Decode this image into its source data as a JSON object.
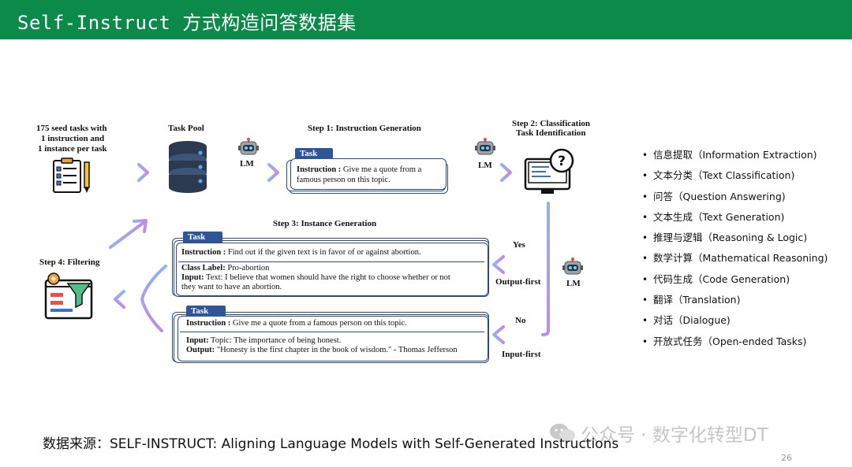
{
  "header": {
    "title": "Self-Instruct 方式构造问答数据集"
  },
  "diagram": {
    "seed_tasks": [
      "175 seed tasks with",
      "1 instruction and",
      "1 instance per task"
    ],
    "task_pool_label": "Task Pool",
    "lm_label": "LM",
    "step1_label": "Step 1: Instruction Generation",
    "step2_label": [
      "Step 2: Classification",
      "Task Identification"
    ],
    "step3_label": "Step 3: Instance Generation",
    "step4_label": "Step 4: Filtering",
    "task_tag": "Task",
    "step1_card": {
      "instruction_key": "Instruction :",
      "instruction_line1": "Give me a quote from a",
      "instruction_line2": "famous person on this topic."
    },
    "output_first_card": {
      "instruction_key": "Instruction :",
      "instruction_text": "Find out if the given text is in favor of or against abortion.",
      "class_label_key": "Class Label:",
      "class_label_text": "Pro-abortion",
      "input_key": "Input:",
      "input_line1": "Text: I believe that women should have the right to choose whether or not",
      "input_line2": "they want to have an abortion."
    },
    "input_first_card": {
      "instruction_key": "Instruction :",
      "instruction_text": "Give me a quote from a famous person on this topic.",
      "input_key": "Input:",
      "input_text": "Topic: The importance of being honest.",
      "output_key": "Output:",
      "output_text": "\"Honesty is the first chapter in the book of wisdom.\" - Thomas Jefferson"
    },
    "yes_label": "Yes",
    "no_label": "No",
    "output_first_label": "Output-first",
    "input_first_label": "Input-first"
  },
  "task_list": [
    "信息提取（Information Extraction)",
    "文本分类（Text Classification)",
    "问答（Question Answering)",
    "文本生成（Text Generation)",
    "推理与逻辑（Reasoning & Logic)",
    "数学计算（Mathematical Reasoning)",
    "代码生成（Code Generation)",
    "翻译（Translation)",
    "对话（Dialogue)",
    "开放式任务（Open-ended Tasks)"
  ],
  "bullet_symbol": "•",
  "source": "数据来源：SELF-INSTRUCT: Aligning Language Models with Self-Generated Instructions",
  "watermark": "公众号 · 数字化转型DT",
  "page_number": "26",
  "colors": {
    "header_bg": "#0b8a4a",
    "card_border": "#2a4a8a",
    "tag_bg": "#2f5597",
    "arrow_start": "#8fb4f0",
    "arrow_end": "#c08be8"
  }
}
